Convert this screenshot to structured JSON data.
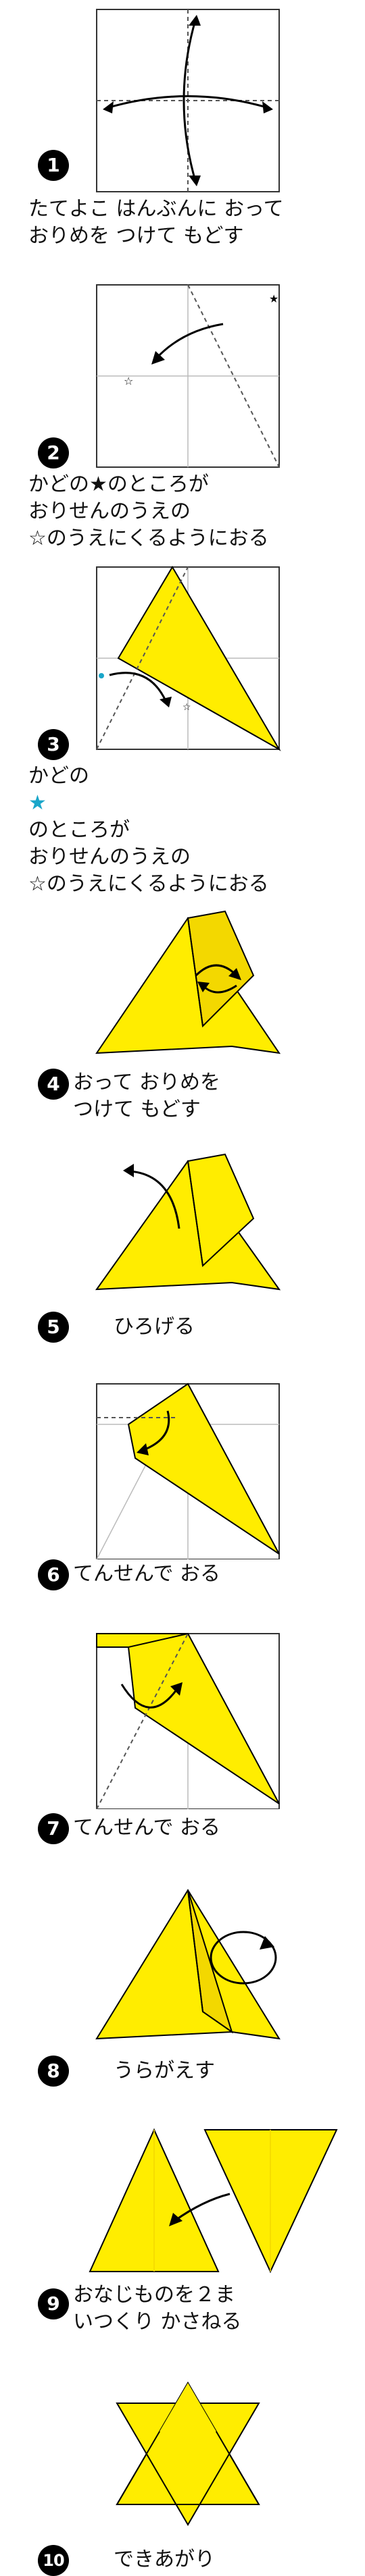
{
  "colors": {
    "paper": "#ffed00",
    "paper_dark": "#f3d800",
    "outline": "#000000",
    "accent_star": "#1aa6c9"
  },
  "steps": [
    {
      "number": "1",
      "lines": [
        "たてよこ はんぶんに おって",
        "おりめを つけて もどす"
      ]
    },
    {
      "number": "2",
      "lines": [
        "かどの★のところが",
        "おりせんのうえの",
        "☆のうえにくるようにおる"
      ]
    },
    {
      "number": "3",
      "lines_pre": "かどの",
      "star": "★",
      "lines_post": "のところが",
      "lines": [
        "おりせんのうえの",
        "☆のうえにくるようにおる"
      ]
    },
    {
      "number": "4",
      "lines": [
        "おって おりめを",
        "つけて もどす"
      ]
    },
    {
      "number": "5",
      "lines": [
        "ひろげる"
      ]
    },
    {
      "number": "6",
      "lines": [
        "てんせんで おる"
      ]
    },
    {
      "number": "7",
      "lines": [
        "てんせんで おる"
      ]
    },
    {
      "number": "8",
      "lines": [
        "うらがえす"
      ]
    },
    {
      "number": "9",
      "lines": [
        "おなじものを２ま",
        "いつくり かさねる"
      ]
    },
    {
      "number": "10",
      "lines": [
        "できあがり"
      ]
    }
  ],
  "icons": {
    "black_star": "★",
    "white_star": "☆"
  }
}
